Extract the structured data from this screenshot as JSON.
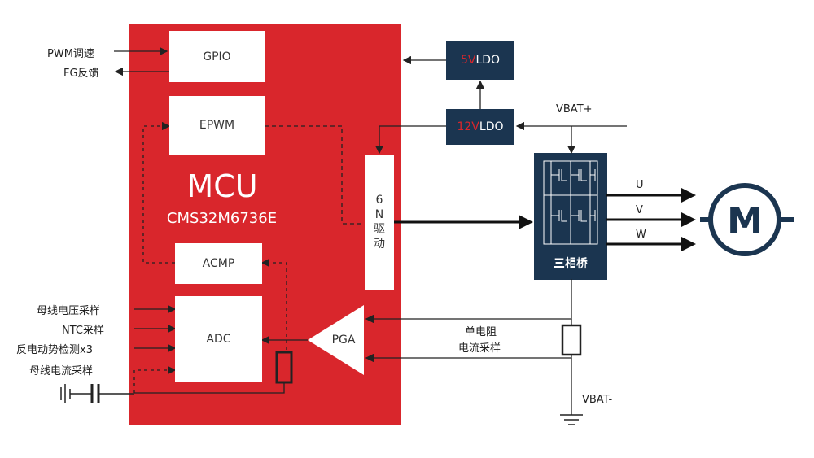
{
  "mcu": {
    "title": "MCU",
    "part": "CMS32M6736E"
  },
  "blocks": {
    "gpio": "GPIO",
    "epwm": "EPWM",
    "acmp": "ACMP",
    "adc": "ADC",
    "pga": "PGA",
    "driver": "6\nN\n驱\n动",
    "bridge": "三相桥"
  },
  "ldo": {
    "ldo5_prefix": "5V",
    "ldo5_suffix": "LDO",
    "ldo12_prefix": "12V",
    "ldo12_suffix": "LDO"
  },
  "signals": {
    "pwm_in": "PWM调速",
    "fg_out": "FG反馈",
    "bus_voltage": "母线电压采样",
    "ntc": "NTC采样",
    "bemf": "反电动势检测x3",
    "bus_current": "母线电流采样"
  },
  "power": {
    "vbat_plus": "VBAT+",
    "vbat_minus": "VBAT-"
  },
  "phases": [
    "U",
    "V",
    "W"
  ],
  "shunt_label": [
    "单电阻",
    "电流采样"
  ],
  "motor_letter": "M",
  "colors": {
    "mcu_red": "#d9262c",
    "navy": "#1b3550",
    "line": "#222222"
  }
}
